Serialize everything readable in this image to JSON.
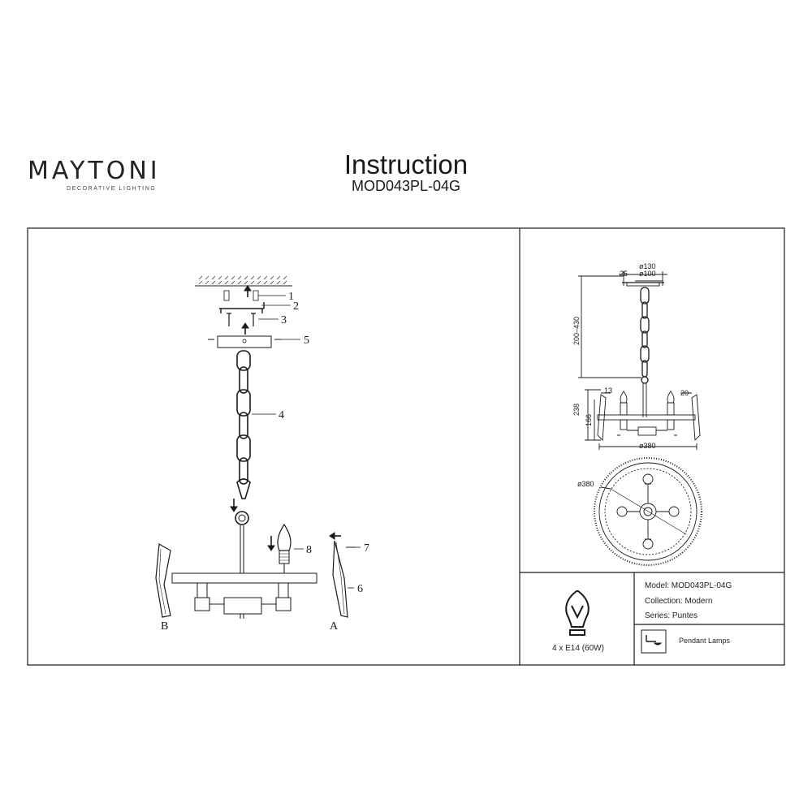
{
  "header": {
    "brand": "MAYTONI",
    "brand_tagline": "DECORATIVE LIGHTING",
    "title": "Instruction",
    "model_code": "MOD043PL-04G"
  },
  "assembly": {
    "callouts": [
      "1",
      "2",
      "3",
      "4",
      "5",
      "6",
      "7",
      "8"
    ],
    "side_a": "A",
    "side_b": "B"
  },
  "dimensions": {
    "canopy_outer": "ø130",
    "canopy_inner": "ø100",
    "canopy_height": "25",
    "chain_length": "200–430",
    "total_height": "238",
    "frame_height": "166",
    "top_offset_left": "13",
    "top_offset_right": "20",
    "diameter": "ø380",
    "diameter_top_view": "ø380"
  },
  "spec": {
    "bulb": "4 x E14 (60W)",
    "model": "Model: MOD043PL-04G",
    "collection": "Collection: Modern",
    "series": "Series: Puntes",
    "type": "Pendant Lamps"
  },
  "icons": [
    "bulb-icon",
    "pendant-lamp-icon"
  ],
  "colors": {
    "line": "#1a1a1a",
    "background": "#ffffff"
  }
}
